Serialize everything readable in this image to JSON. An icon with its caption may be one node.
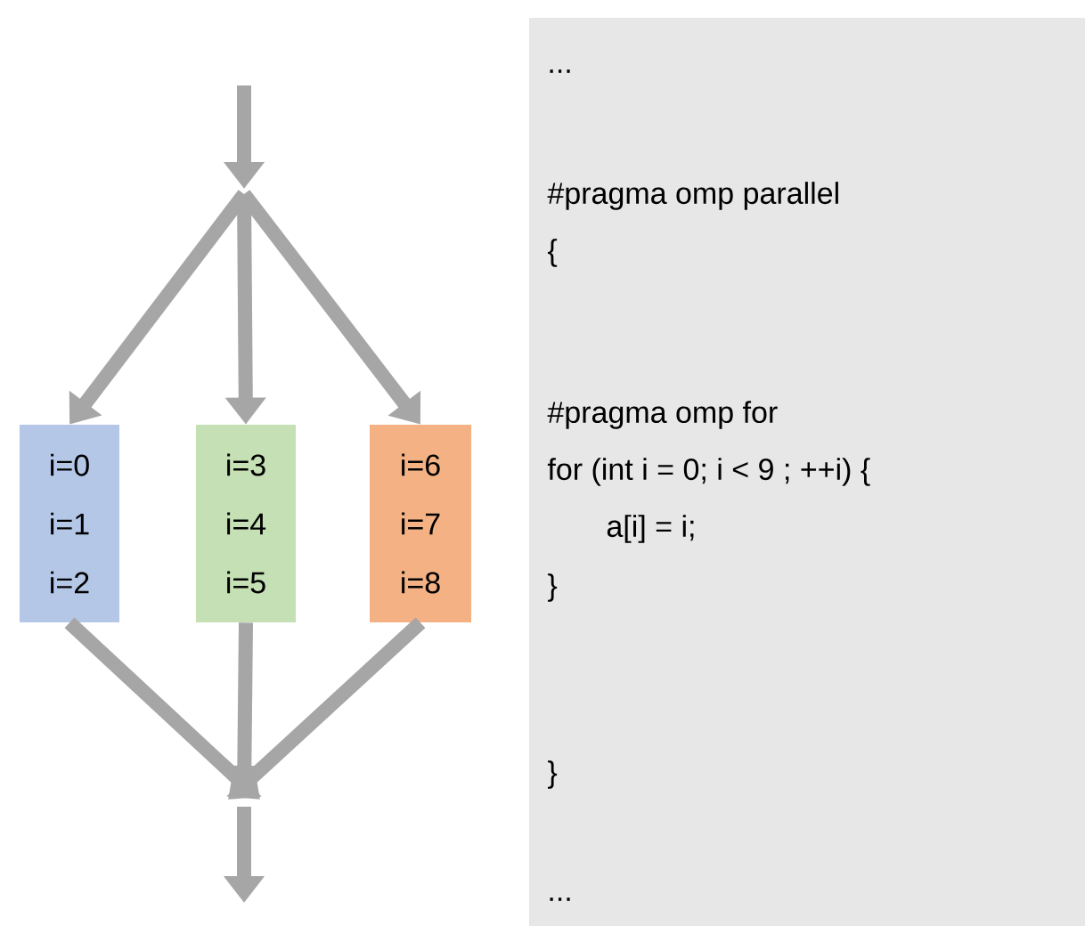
{
  "diagram": {
    "nodes": [
      {
        "text": [
          "i=0",
          "i=1",
          "i=2"
        ]
      },
      {
        "text": [
          "i=3",
          "i=4",
          "i=5"
        ]
      },
      {
        "text": [
          "i=6",
          "i=7",
          "i=8"
        ]
      },
      {
        "text": [
          "...",
          "#pragma omp parallel",
          "{",
          "#pragma omp for",
          "for (int i = 0; i < 9 ; ++i) {",
          "a[i] = i;",
          "}",
          "}",
          "..."
        ]
      }
    ],
    "edges": [
      {
        "from": null,
        "to": 0,
        "arrow": "to"
      },
      {
        "from": null,
        "to": 1,
        "arrow": "to"
      },
      {
        "from": null,
        "to": 2,
        "arrow": "to"
      },
      {
        "from": 0,
        "to": null,
        "arrow": "to"
      },
      {
        "from": 1,
        "to": null,
        "arrow": "to"
      },
      {
        "from": 2,
        "to": null,
        "arrow": "to"
      }
    ]
  }
}
